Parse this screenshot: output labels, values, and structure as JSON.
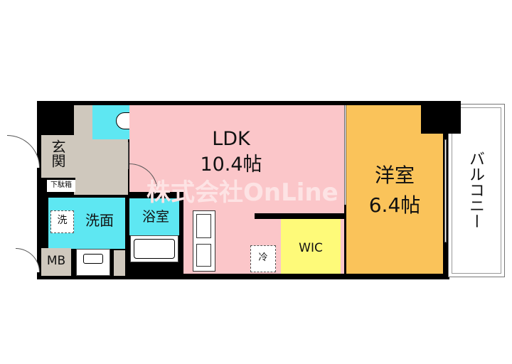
{
  "rooms": {
    "ldk": {
      "name": "LDK",
      "size": "10.4帖"
    },
    "western": {
      "name": "洋室",
      "size": "6.4帖"
    },
    "balcony": {
      "name": "バルコニー"
    },
    "entrance": {
      "name": "玄関"
    },
    "shoe_box": {
      "name": "下駄箱"
    },
    "washroom": {
      "name": "洗面"
    },
    "washer": {
      "name": "洗"
    },
    "bathroom": {
      "name": "浴室"
    },
    "wic": {
      "name": "WIC"
    },
    "mb": {
      "name": "MB"
    },
    "fridge": {
      "name": "冷"
    }
  },
  "watermark": "株式会社OnLine",
  "colors": {
    "ldk": "#fbc6c9",
    "western": "#fac35a",
    "wet": "#5ee7f2",
    "wic": "#fefa79",
    "entrance": "#cfc8bd"
  }
}
